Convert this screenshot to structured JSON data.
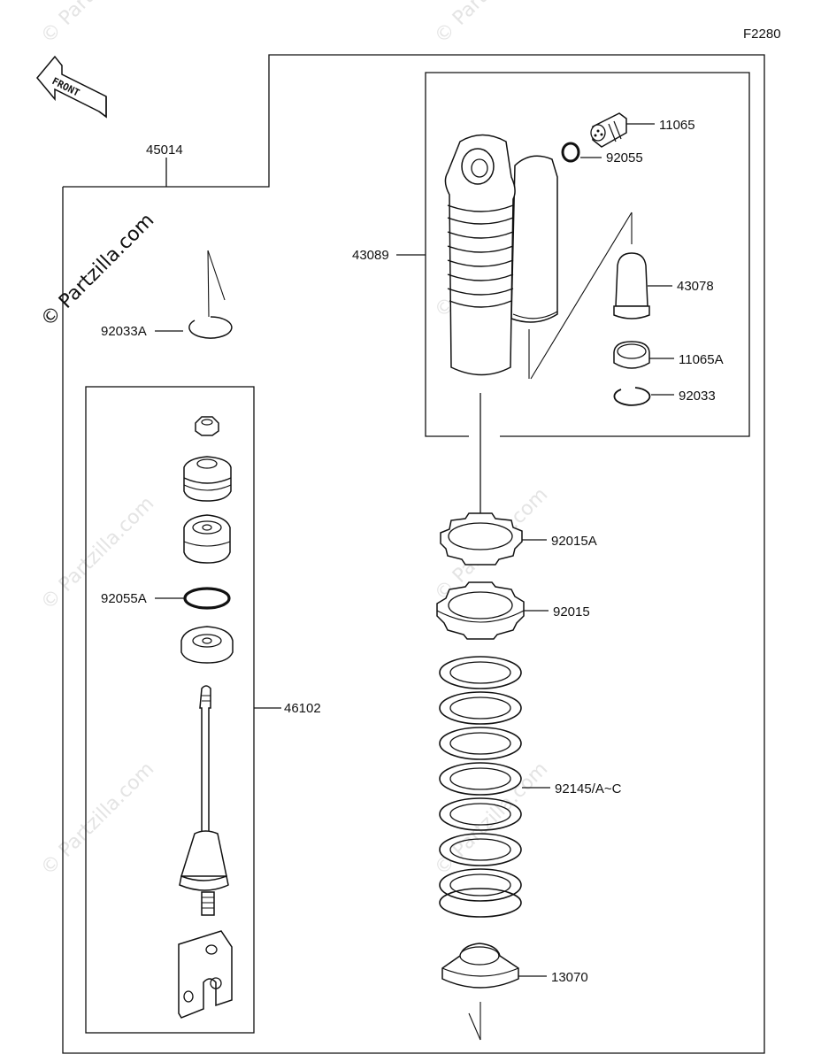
{
  "diagram_code": "F2280",
  "front_label": "FRONT",
  "watermark_main": "© Partzilla.com",
  "watermark_faint": "© Partzilla.com",
  "parts": {
    "assembly": "45014",
    "cylinder": "43089",
    "valve": "11065",
    "o_ring_valve": "92055",
    "bladder": "43078",
    "cap": "11065A",
    "circlip_upper": "92033",
    "circlip_main": "92033A",
    "rod_assy": "46102",
    "o_ring_rod": "92055A",
    "nut_a": "92015A",
    "nut_b": "92015",
    "spring": "92145/A~C",
    "spring_seat": "13070"
  }
}
